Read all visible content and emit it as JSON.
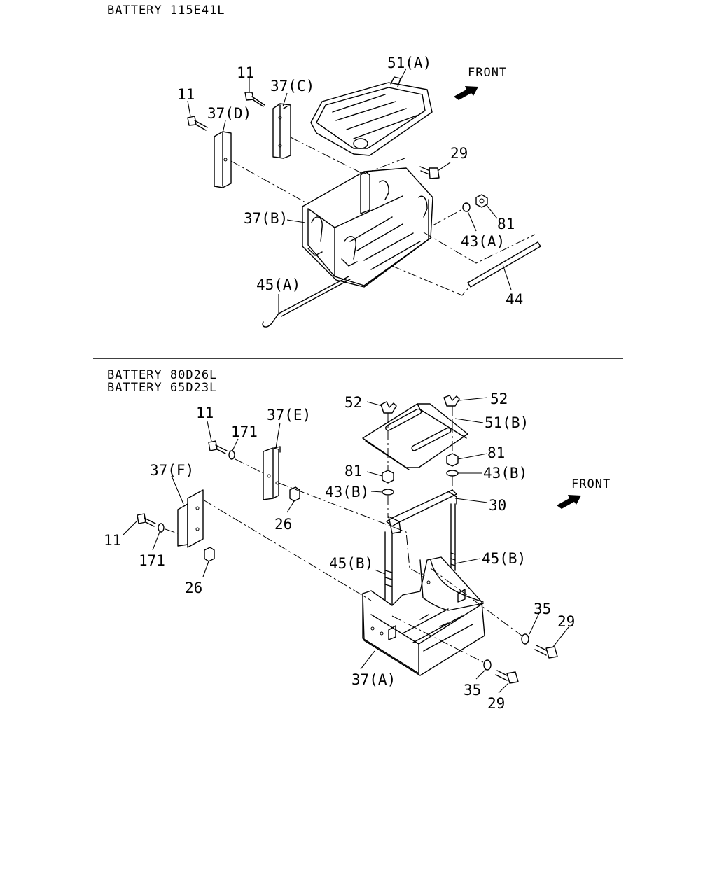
{
  "section1": {
    "title": "BATTERY 115E41L",
    "front_label": "FRONT",
    "callouts": {
      "c11a": "11",
      "c11b": "11",
      "c37c": "37(C)",
      "c37d": "37(D)",
      "c51a": "51(A)",
      "c29": "29",
      "c37b": "37(B)",
      "c81": "81",
      "c43a": "43(A)",
      "c45a": "45(A)",
      "c44": "44"
    }
  },
  "section2": {
    "title_line1": "BATTERY 80D26L",
    "title_line2": "BATTERY 65D23L",
    "front_label": "FRONT",
    "callouts": {
      "c52a": "52",
      "c52b": "52",
      "c51b": "51(B)",
      "c11a": "11",
      "c171a": "171",
      "c37e": "37(E)",
      "c37f": "37(F)",
      "c81a": "81",
      "c81b": "81",
      "c43ba": "43(B)",
      "c43bb": "43(B)",
      "c30": "30",
      "c26a": "26",
      "c11b": "11",
      "c171b": "171",
      "c26b": "26",
      "c45ba": "45(B)",
      "c45bb": "45(B)",
      "c35a": "35",
      "c29a": "29",
      "c37a": "37(A)",
      "c35b": "35",
      "c29b": "29"
    }
  }
}
